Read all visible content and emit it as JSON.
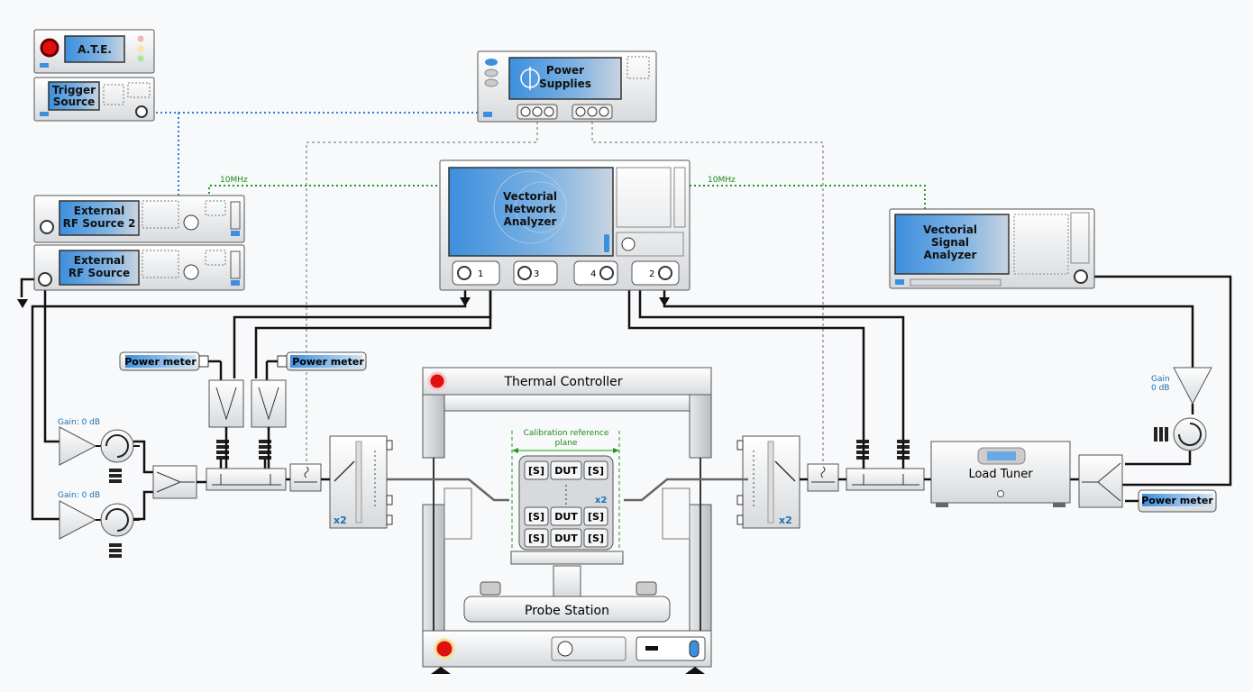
{
  "instruments": {
    "ate": "A.T.E.",
    "trigger": [
      "Trigger",
      "Source"
    ],
    "power_supplies": [
      "Power",
      "Supplies"
    ],
    "vna": [
      "Vectorial",
      "Network",
      "Analyzer"
    ],
    "vsa": [
      "Vectorial",
      "Signal",
      "Analyzer"
    ],
    "rf_source_2": [
      "External",
      "RF Source 2"
    ],
    "rf_source": [
      "External",
      "RF Source"
    ]
  },
  "ref_clock_left": "10MHz",
  "ref_clock_right": "10MHz",
  "vna_ports": [
    "1",
    "3",
    "4",
    "2"
  ],
  "power_meter_label": "Power meter",
  "thermal_controller": "Thermal Controller",
  "probe_station": "Probe Station",
  "load_tuner": "Load Tuner",
  "calibration_plane": [
    "Calibration reference",
    "plane"
  ],
  "dut_block": {
    "s": "[S]",
    "dut": "DUT"
  },
  "multiplier": "x2",
  "gain_label": "Gain: 0 dB",
  "gain_right": [
    "Gain",
    "0 dB"
  ],
  "colors": {
    "screen": "#4a98e0",
    "rf_cable": "#111111",
    "dc_cable": "#999999",
    "trigger_line": "#2a7fd4",
    "ref_clock": "#1f9a1f",
    "alarm_red": "#e01010"
  }
}
